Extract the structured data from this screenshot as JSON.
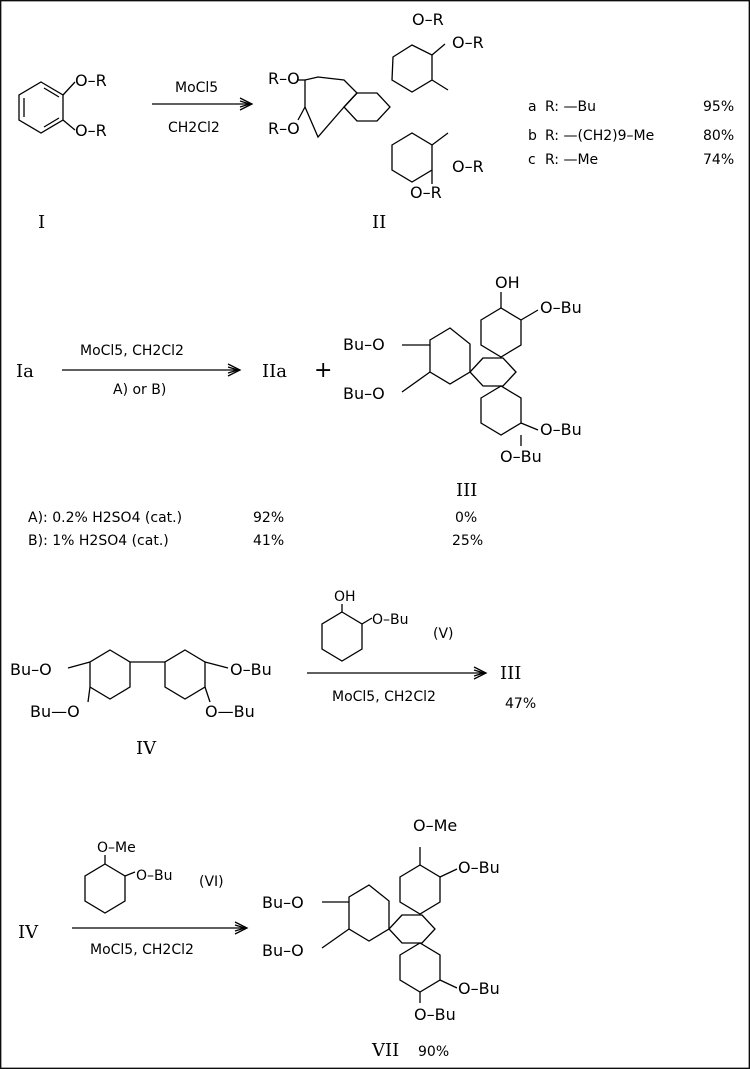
{
  "schemes": [
    {
      "id": "scheme1",
      "reactant": {
        "label": "I",
        "sub1": "O–R",
        "sub2": "O–R"
      },
      "conditions": {
        "top": "MoCl5",
        "bottom": "CH2Cl2"
      },
      "product": {
        "label": "II",
        "sub_ne1": "O–R",
        "sub_ne2": "O–R",
        "sub_w1": "R–O",
        "sub_w2": "R–O",
        "sub_se1": "O–R",
        "sub_se2": "O–R"
      },
      "yields": [
        {
          "key": "a",
          "r": "R: —Bu",
          "yield": "95%"
        },
        {
          "key": "b",
          "r": "R: —(CH2)9–Me",
          "yield": "80%"
        },
        {
          "key": "c",
          "r": "R: —Me",
          "yield": "74%"
        }
      ]
    },
    {
      "id": "scheme2",
      "reactant_label": "Ia",
      "conditions": {
        "top": "MoCl5,   CH2Cl2",
        "bottom": "A)  or  B)"
      },
      "product1_label": "IIa",
      "plus": "+",
      "product2": {
        "label": "III",
        "oh": "OH",
        "sub_ne": "O–Bu",
        "sub_w1": "Bu–O",
        "sub_w2": "Bu–O",
        "sub_se1": "O–Bu",
        "sub_se2": "O–Bu"
      },
      "table": [
        {
          "cond": "A):  0.2% H2SO4 (cat.)",
          "y1": "92%",
          "y2": "0%"
        },
        {
          "cond": "B):  1% H2SO4 (cat.)",
          "y1": "41%",
          "y2": "25%"
        }
      ]
    },
    {
      "id": "scheme3",
      "reactant": {
        "label": "IV",
        "sub_w1": "Bu–O",
        "sub_w2": "Bu—O",
        "sub_e1": "O–Bu",
        "sub_e2": "O—Bu"
      },
      "reagent": {
        "label": "(V)",
        "oh": "OH",
        "obu": "O–Bu"
      },
      "conditions_bottom": "MoCl5,   CH2Cl2",
      "product_label": "III",
      "yield": "47%"
    },
    {
      "id": "scheme4",
      "reactant_label": "IV",
      "reagent": {
        "label": "(VI)",
        "ome": "O–Me",
        "obu": "O–Bu"
      },
      "conditions_bottom": "MoCl5,   CH2Cl2",
      "product": {
        "label": "VII",
        "yield": "90%",
        "sub_ne1": "O–Me",
        "sub_ne2": "O–Bu",
        "sub_w1": "Bu–O",
        "sub_w2": "Bu–O",
        "sub_se1": "O–Bu",
        "sub_se2": "O–Bu"
      }
    }
  ]
}
